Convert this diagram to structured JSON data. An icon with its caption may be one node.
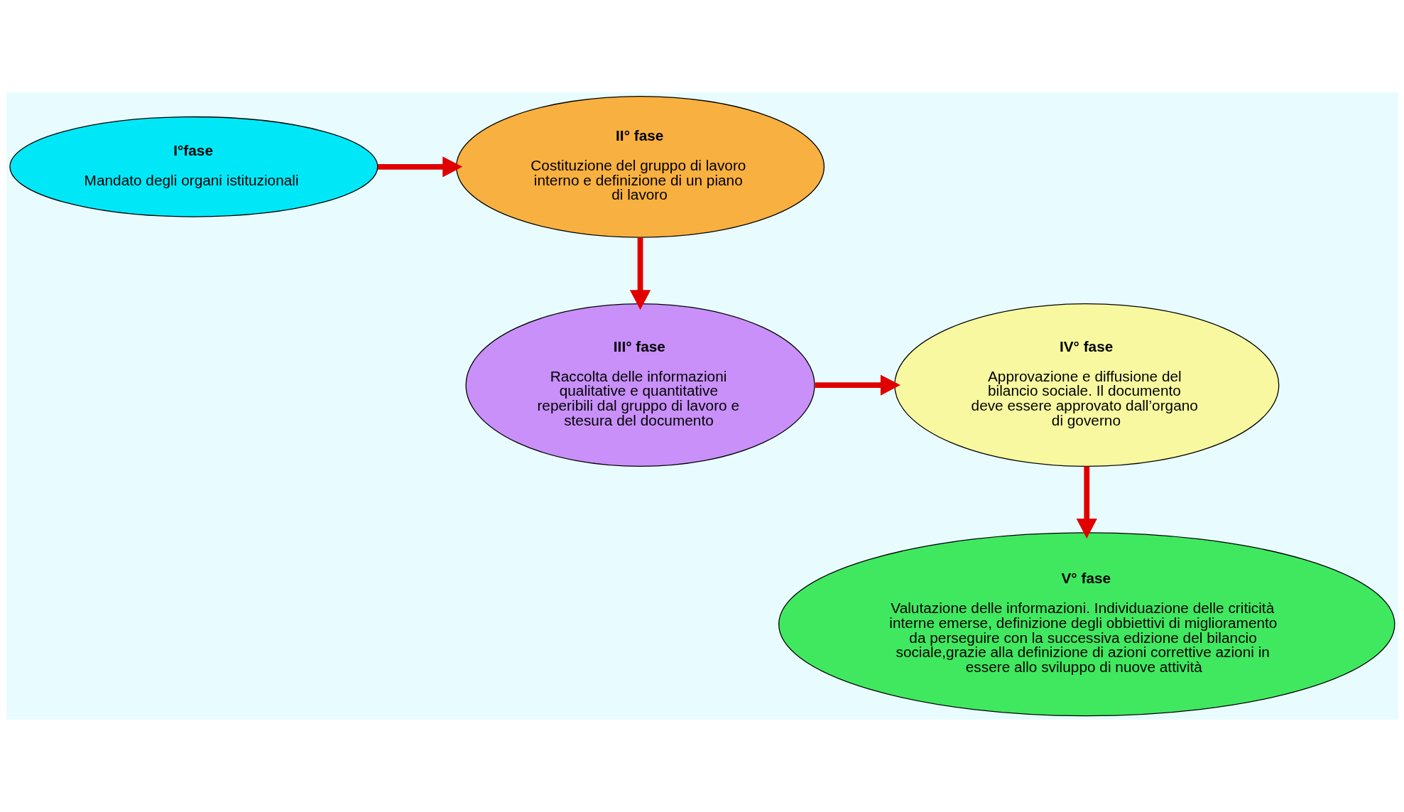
{
  "diagram": {
    "nodes": [
      {
        "text": [
          "I°fase",
          "Mandato degli organi istituzionali"
        ]
      },
      {
        "text": [
          "II° fase",
          "Costituzione del gruppo di lavoro interno e definizione di un piano di lavoro"
        ]
      },
      {
        "text": [
          "III° fase",
          "Raccolta delle informazioni qualitative e quantitative reperibili dal gruppo di lavoro e stesura del documento"
        ]
      },
      {
        "text": [
          "IV° fase",
          "Approvazione e diffusione del bilancio sociale. Il documento deve essere approvato dall’organo di governo"
        ]
      },
      {
        "text": [
          "V° fase",
          "Valutazione delle informazioni. Individuazione delle criticità interne emerse, definizione degli obbiettivi di miglioramento da perseguire con la successiva edizione del bilancio sociale,grazie alla definizione di azioni correttive azioni in essere allo sviluppo di nuove attività"
        ]
      }
    ],
    "edges": [
      {
        "from": 0,
        "to": 1,
        "arrow": "to"
      },
      {
        "from": 1,
        "to": 2,
        "arrow": "to"
      },
      {
        "from": 2,
        "to": 3,
        "arrow": "to"
      },
      {
        "from": 3,
        "to": 4,
        "arrow": "to"
      }
    ]
  }
}
